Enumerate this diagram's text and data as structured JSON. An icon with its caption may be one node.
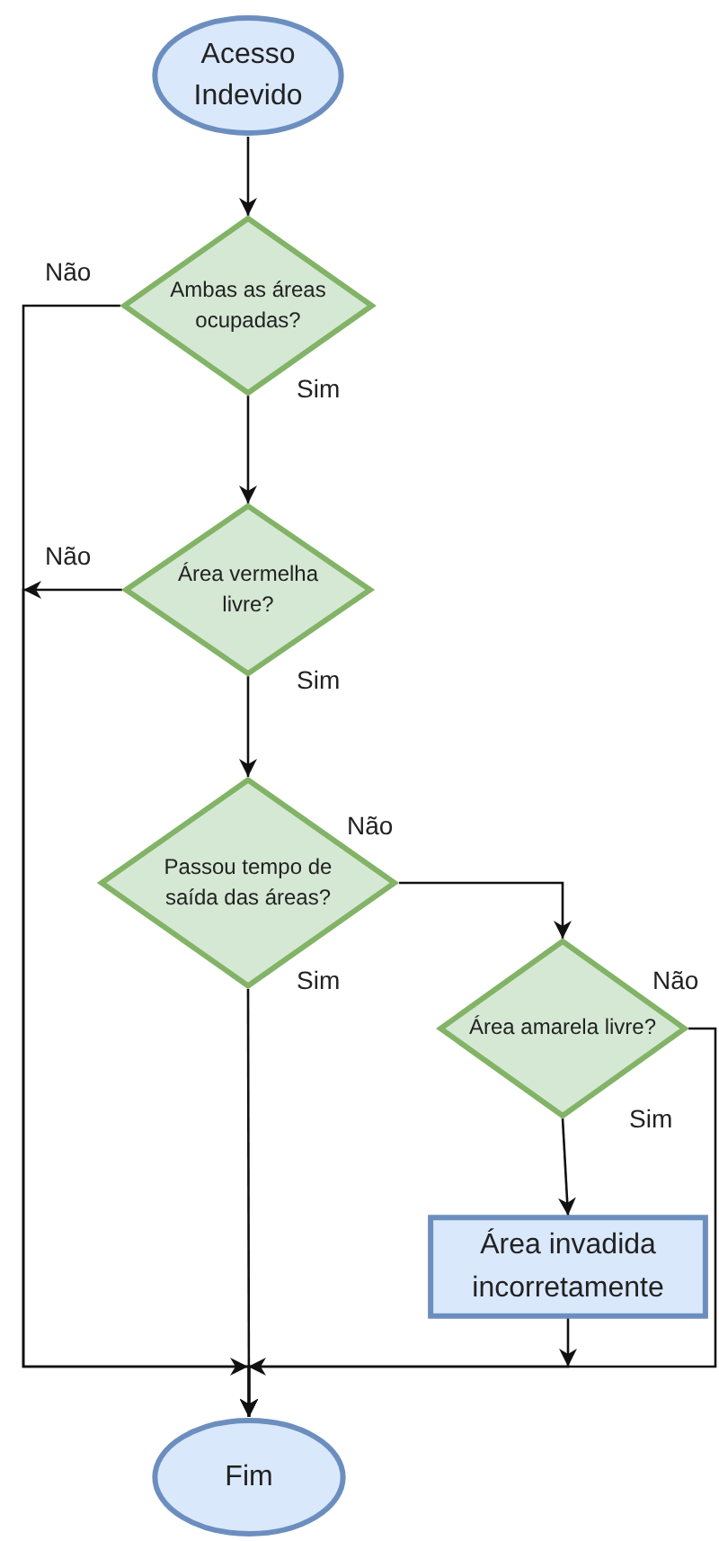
{
  "diagram": {
    "nodes": [
      {
        "text": [
          "Acesso Indevido"
        ]
      },
      {
        "text": [
          "Ambas as áreas ocupadas?"
        ]
      },
      {
        "text": [
          "Área vermelha livre?"
        ]
      },
      {
        "text": [
          "Passou tempo de saída das áreas?"
        ]
      },
      {
        "text": [
          "Área amarela livre?"
        ]
      },
      {
        "text": [
          "Área invadida incorretamente"
        ]
      },
      {
        "text": [
          "Fim"
        ]
      }
    ],
    "edges": [
      {
        "from": 0,
        "to": 1,
        "arrow": "to"
      },
      {
        "from": 1,
        "to": 2,
        "arrow": "to",
        "label": "Sim"
      },
      {
        "from": 1,
        "to": 6,
        "arrow": "to",
        "label": "Não"
      },
      {
        "from": 2,
        "to": 6,
        "arrow": "to",
        "label": "Não"
      },
      {
        "from": 2,
        "to": 3,
        "arrow": "to",
        "label": "Sim"
      },
      {
        "from": 3,
        "to": 4,
        "arrow": "to",
        "label": "Não"
      },
      {
        "from": 3,
        "to": 6,
        "arrow": "to",
        "label": "Sim"
      },
      {
        "from": 4,
        "to": 5,
        "arrow": "to",
        "label": "Sim"
      },
      {
        "from": 4,
        "to": 6,
        "arrow": "to",
        "label": "Não"
      },
      {
        "from": 5,
        "to": 6,
        "arrow": "to"
      }
    ]
  }
}
